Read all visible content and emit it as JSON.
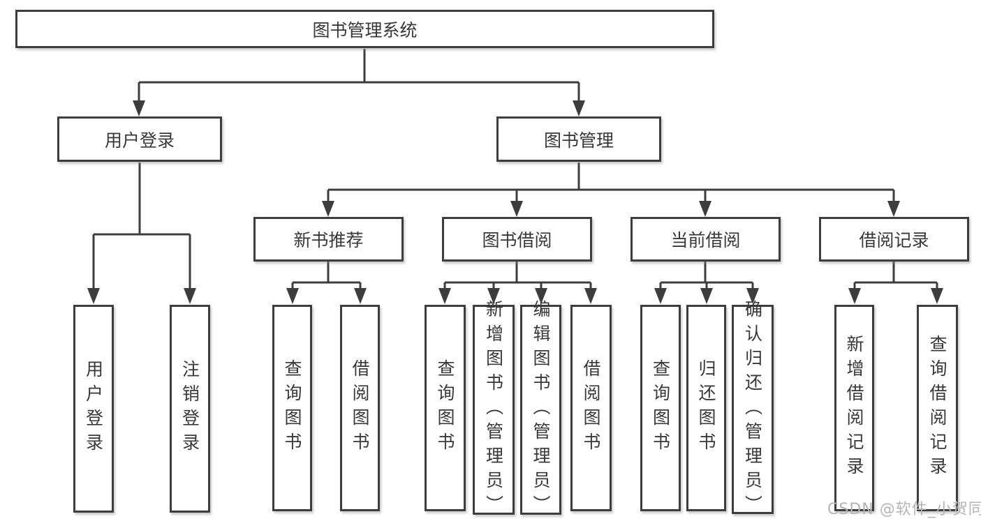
{
  "diagram": {
    "root": {
      "label": "图书管理系统"
    },
    "branches": [
      {
        "label": "用户登录",
        "children": [
          {
            "label": "用户登录"
          },
          {
            "label": "注销登录"
          }
        ]
      },
      {
        "label": "图书管理",
        "children": [
          {
            "label": "新书推荐",
            "children": [
              {
                "label": "查询图书"
              },
              {
                "label": "借阅图书"
              }
            ]
          },
          {
            "label": "图书借阅",
            "children": [
              {
                "label": "查询图书"
              },
              {
                "label": "新增图书（管理员）"
              },
              {
                "label": "编辑图书（管理员）"
              },
              {
                "label": "借阅图书"
              }
            ]
          },
          {
            "label": "当前借阅",
            "children": [
              {
                "label": "查询图书"
              },
              {
                "label": "归还图书"
              },
              {
                "label": "确认归还（管理员）"
              }
            ]
          },
          {
            "label": "借阅记录",
            "children": [
              {
                "label": "新增借阅记录"
              },
              {
                "label": "查询借阅记录"
              }
            ]
          }
        ]
      }
    ]
  },
  "watermark": {
    "text": "CSDN @软件_小贺同学"
  },
  "colors": {
    "line": "#3d3d3d",
    "text": "#38383c",
    "background": "#ffffff",
    "watermark": "#b4b4b4"
  }
}
